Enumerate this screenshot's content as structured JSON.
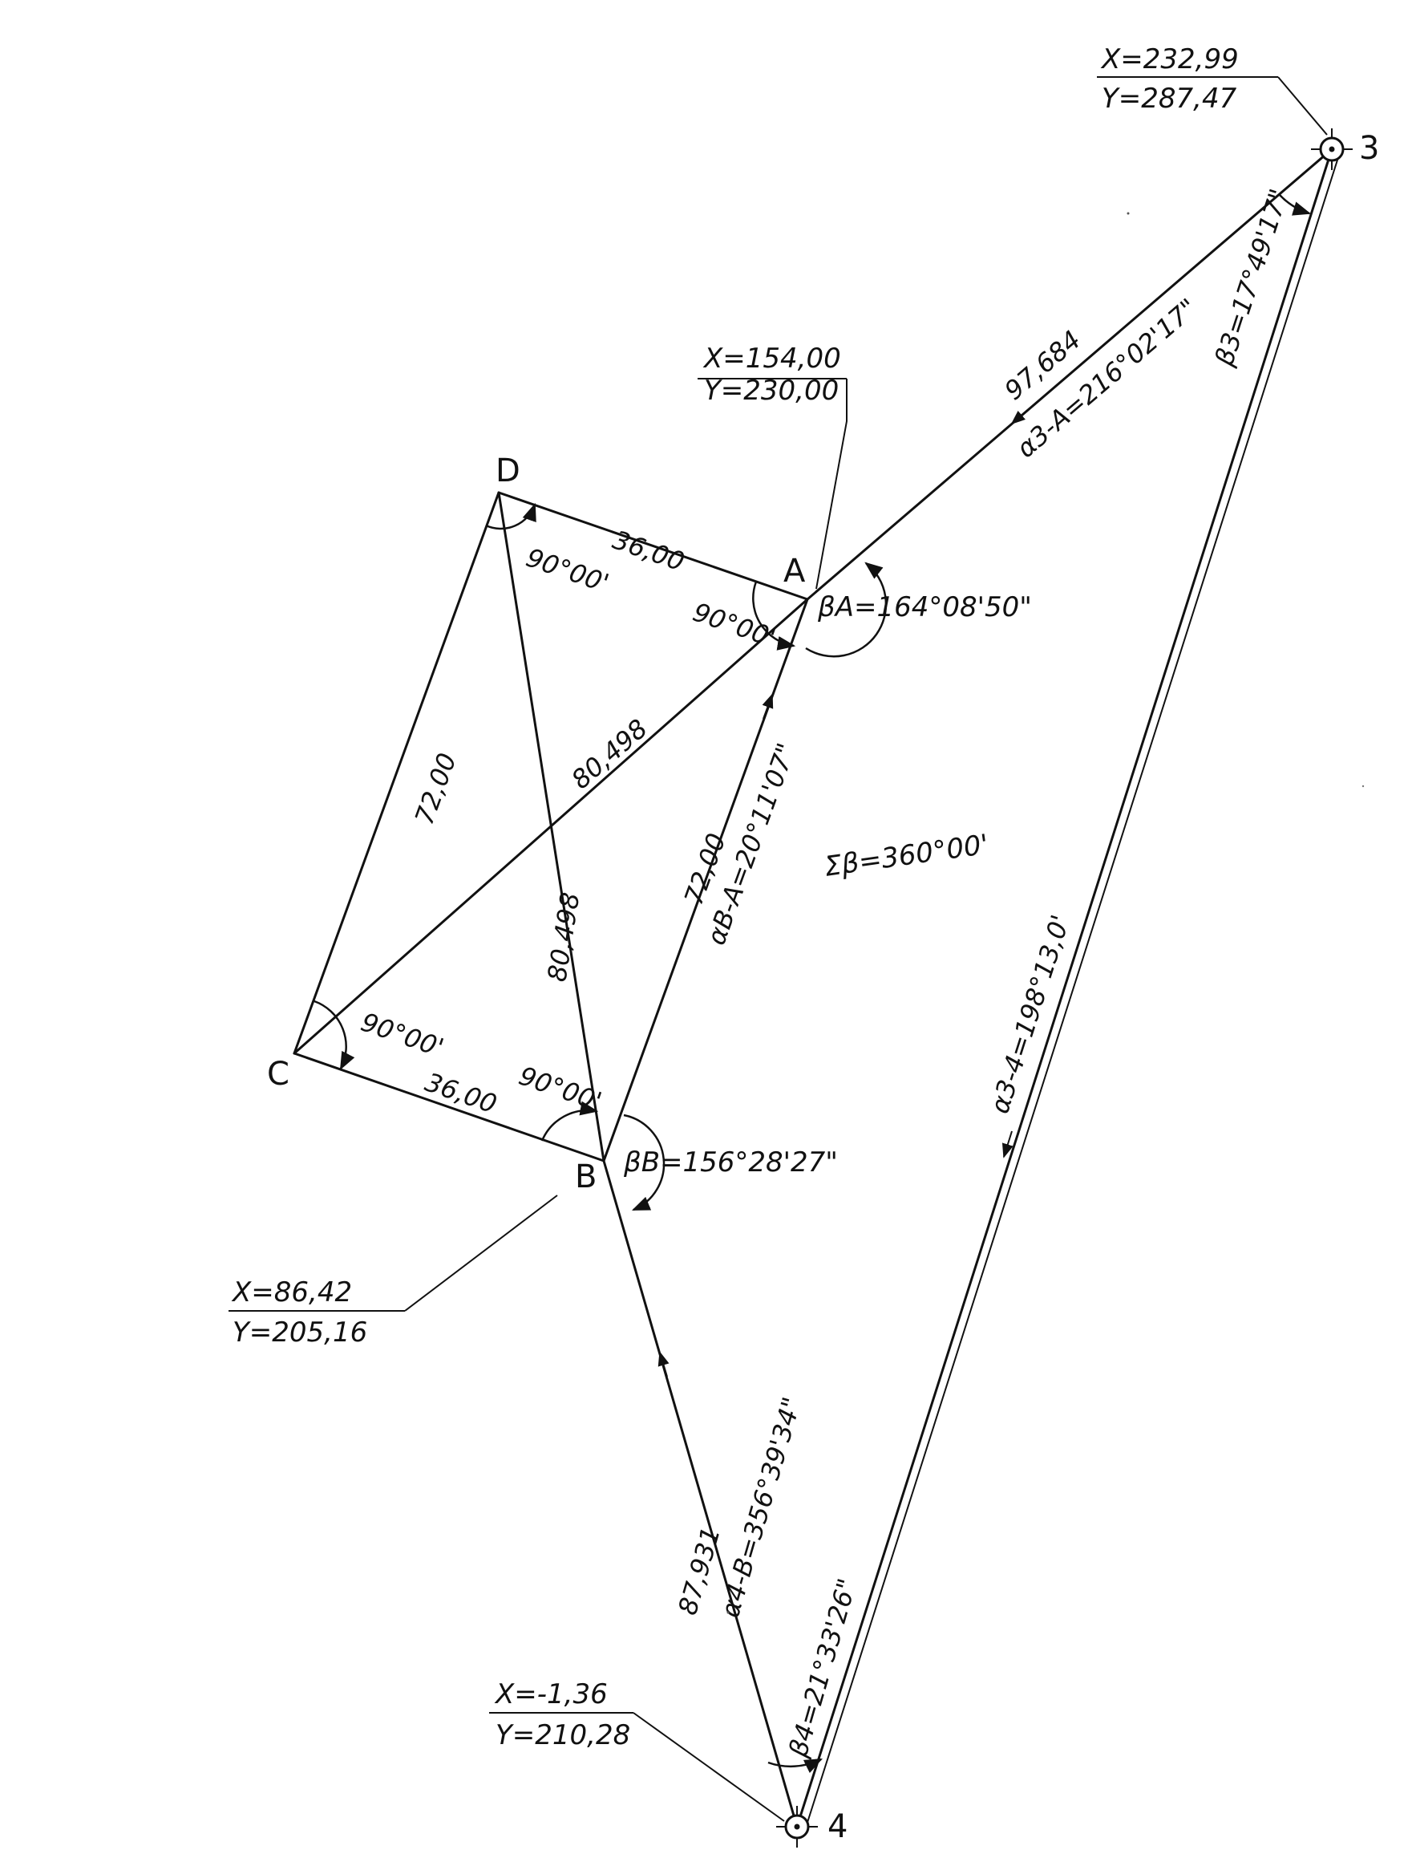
{
  "points": {
    "p3": {
      "label": "3",
      "coord_x": "X=232,99",
      "coord_y": "Y=287,47"
    },
    "A": {
      "label": "A",
      "coord_x": "X=154,00",
      "coord_y": "Y=230,00"
    },
    "B": {
      "label": "B",
      "coord_x": "X=86,42",
      "coord_y": "Y=205,16"
    },
    "C": {
      "label": "C"
    },
    "D": {
      "label": "D"
    },
    "p4": {
      "label": "4",
      "coord_x": "X=-1,36",
      "coord_y": "Y=210,28"
    }
  },
  "edges": {
    "DA": "36,00",
    "CB": "36,00",
    "CD": "72,00",
    "BA": "72,00",
    "CA": "80,498",
    "DB": "80,498",
    "p3A_len": "97,684",
    "p3A_az": "α3-A=216°02'17\"",
    "BA_az": "αB-A=20°11'07\"",
    "p3p4_az": "α3-4=198°13,0'",
    "p4B_len": "87,931",
    "p4B_az": "α4-B=356°39'34\""
  },
  "angles": {
    "beta_A": "βA=164°08'50\"",
    "beta_B": "βB=156°28'27\"",
    "beta_3": "β3=17°49'17\"",
    "beta_4": "β4=21°33'26\"",
    "right_D": "90°00'",
    "right_A": "90°00'",
    "right_C": "90°00'",
    "right_B": "90°00'"
  },
  "sum_beta": "Σβ=360°00'"
}
